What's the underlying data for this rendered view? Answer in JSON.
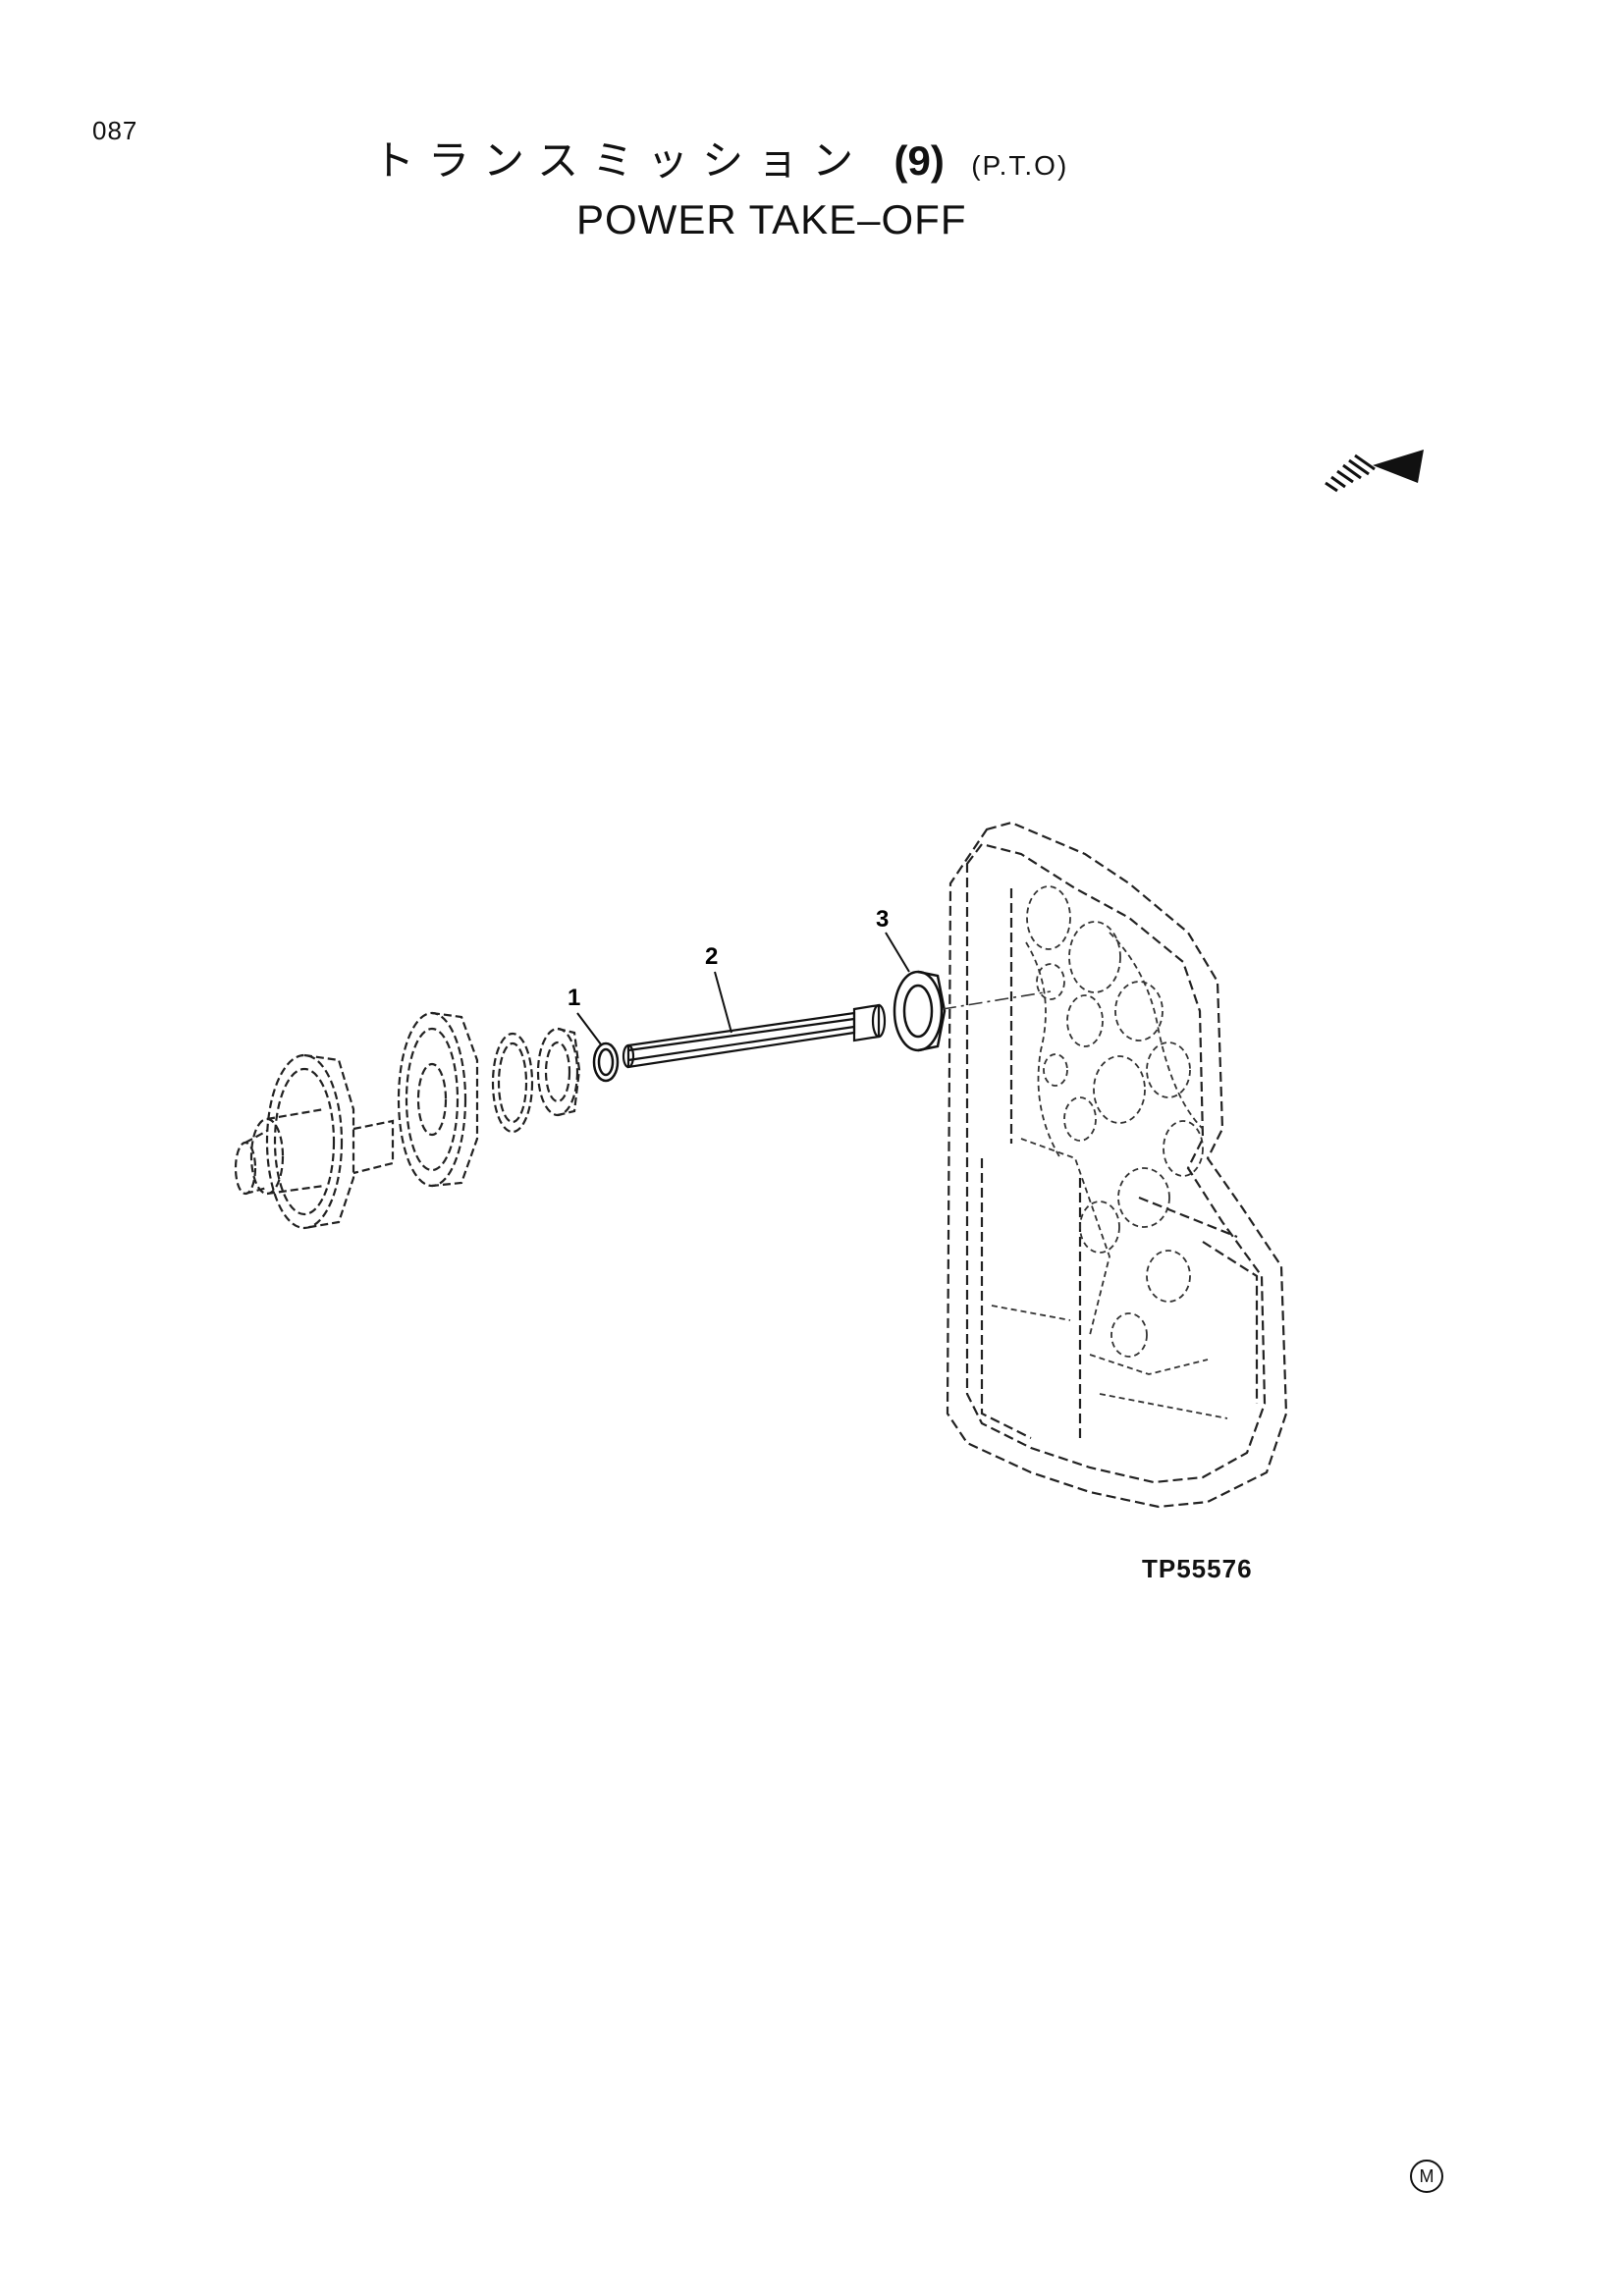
{
  "page": {
    "number": "087"
  },
  "title": {
    "japanese": "トランスミッション",
    "number": "(9)",
    "abbrev": "(P.T.O)",
    "english": "POWER TAKE–OFF"
  },
  "diagram": {
    "callouts": [
      "1",
      "2",
      "3"
    ],
    "figure_code": "TP55576",
    "direction_arrow": "front-direction-arrow-icon"
  },
  "footer": {
    "mark": "M"
  }
}
